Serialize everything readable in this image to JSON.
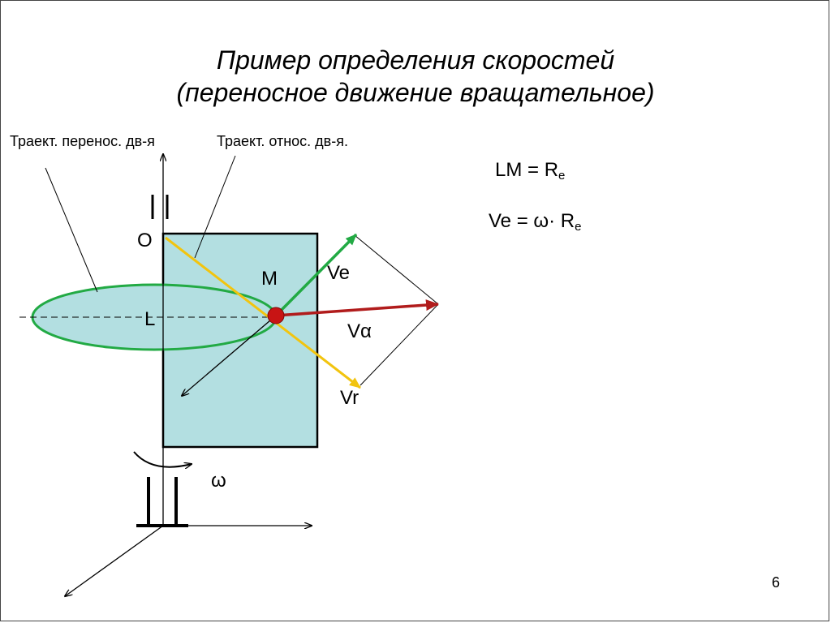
{
  "title": {
    "line1": "Пример определения скоростей",
    "line2": "(переносное движение вращательное)"
  },
  "labels": {
    "transport_trajectory": "Траект. перенос. дв-я",
    "relative_trajectory": "Траект. относ. дв-я.",
    "point_o": "O",
    "point_m": "M",
    "point_l": "L",
    "axis_mark": "||",
    "ve": "Ve",
    "va": "Vα",
    "vr": "Vr",
    "omega": "ω"
  },
  "formulas": {
    "f1_lhs": "LM = R",
    "f1_sub": "e",
    "f2_lhs": "Ve = ω· R",
    "f2_sub": "e"
  },
  "page_number": "6",
  "colors": {
    "plate_fill": "#b3dfe1",
    "ellipse_stroke": "#22aa44",
    "ellipse_fill": "#b3dfe1",
    "relative_line": "#f2c40f",
    "ve_arrow": "#22aa44",
    "va_arrow": "#b11c1c",
    "point_m": "#c81414"
  }
}
